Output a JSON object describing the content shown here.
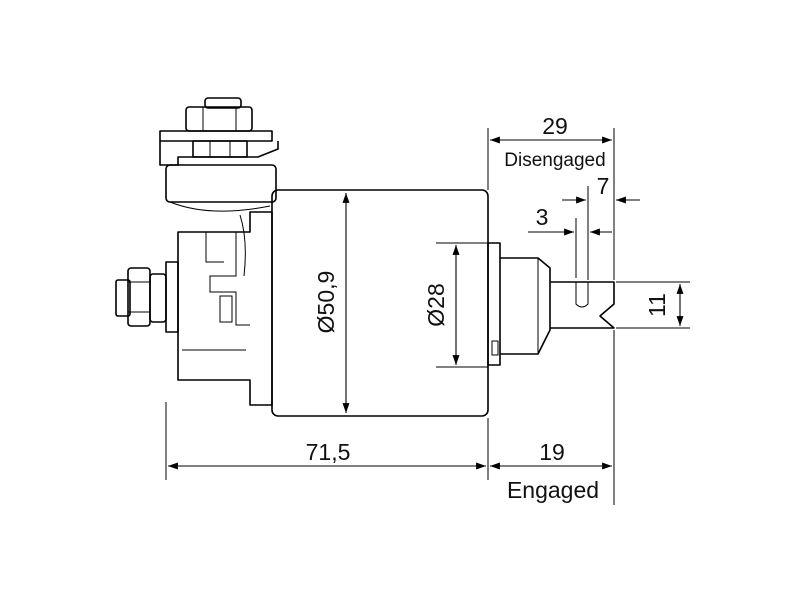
{
  "drawing": {
    "dimensions": {
      "overall_length": "71,5",
      "engaged_travel": "19",
      "disengaged_travel": "29",
      "housing_diameter": "Ø50,9",
      "pinion_diameter": "Ø28",
      "pinion_offset": "7",
      "groove_width": "3",
      "shaft_height": "11"
    },
    "states": {
      "engaged": "Engaged",
      "disengaged": "Disengaged"
    }
  }
}
